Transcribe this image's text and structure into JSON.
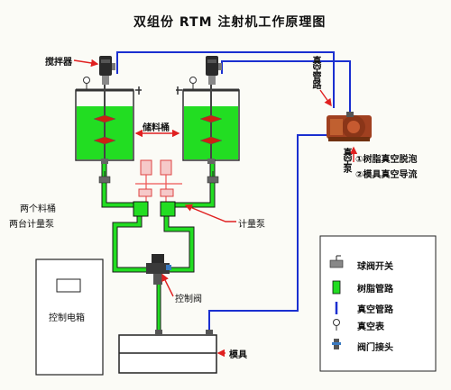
{
  "title": "双组份 RTM 注射机工作原理图",
  "labels": {
    "agitator": "搅拌器",
    "storage_tank": "储料桶",
    "vacuum_line": "真空管路",
    "vacuum_pump": "真空泵",
    "note_1": "①树脂真空脱泡",
    "note_2": "②模具真空导流",
    "two_tanks": "两个料桶",
    "two_pumps": "两台计量泵",
    "metering_pump": "计量泵",
    "control_valve": "控制阀",
    "control_cabinet": "控制电箱",
    "mold": "模具"
  },
  "legend": [
    {
      "icon": "ball-valve-icon",
      "label": "球阀开关"
    },
    {
      "icon": "resin-pipe-icon",
      "label": "树脂管路"
    },
    {
      "icon": "vacuum-line-icon",
      "label": "真空管路"
    },
    {
      "icon": "vacuum-gauge-icon",
      "label": "真空表"
    },
    {
      "icon": "valve-connector-icon",
      "label": "阀门接头"
    }
  ],
  "colors": {
    "resin": "#22dd22",
    "vacuum_line": "#1a2fd0",
    "annotation_arrow": "#e02020",
    "pump_brown": "#a04020",
    "tank_outline": "#333333"
  }
}
